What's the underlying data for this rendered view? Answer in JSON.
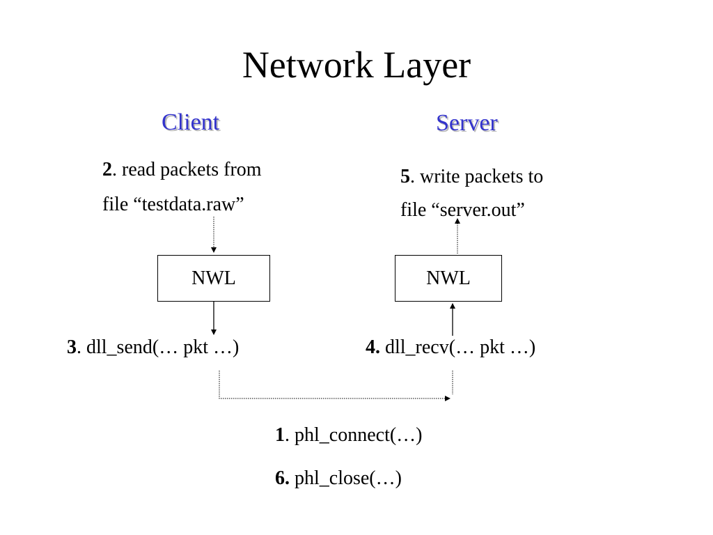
{
  "title": "Network Layer",
  "client": {
    "heading": "Client",
    "step2": {
      "num": "2",
      "line1": ". read packets from",
      "line2": "file “testdata.raw”"
    },
    "box_label": "NWL",
    "step3": {
      "num": "3",
      "text": ". dll_send(… pkt …)"
    }
  },
  "server": {
    "heading": "Server",
    "step5": {
      "num": "5",
      "line1": ". write packets to",
      "line2": "file “server.out”"
    },
    "box_label": "NWL",
    "step4": {
      "num": "4.",
      "text": " dll_recv(… pkt …)"
    }
  },
  "footer": {
    "step1": {
      "num": "1",
      "text": ". phl_connect(…)"
    },
    "step6": {
      "num": "6.",
      "text": " phl_close(…)"
    }
  },
  "colors": {
    "heading": "#3333cc",
    "line": "#000000"
  }
}
